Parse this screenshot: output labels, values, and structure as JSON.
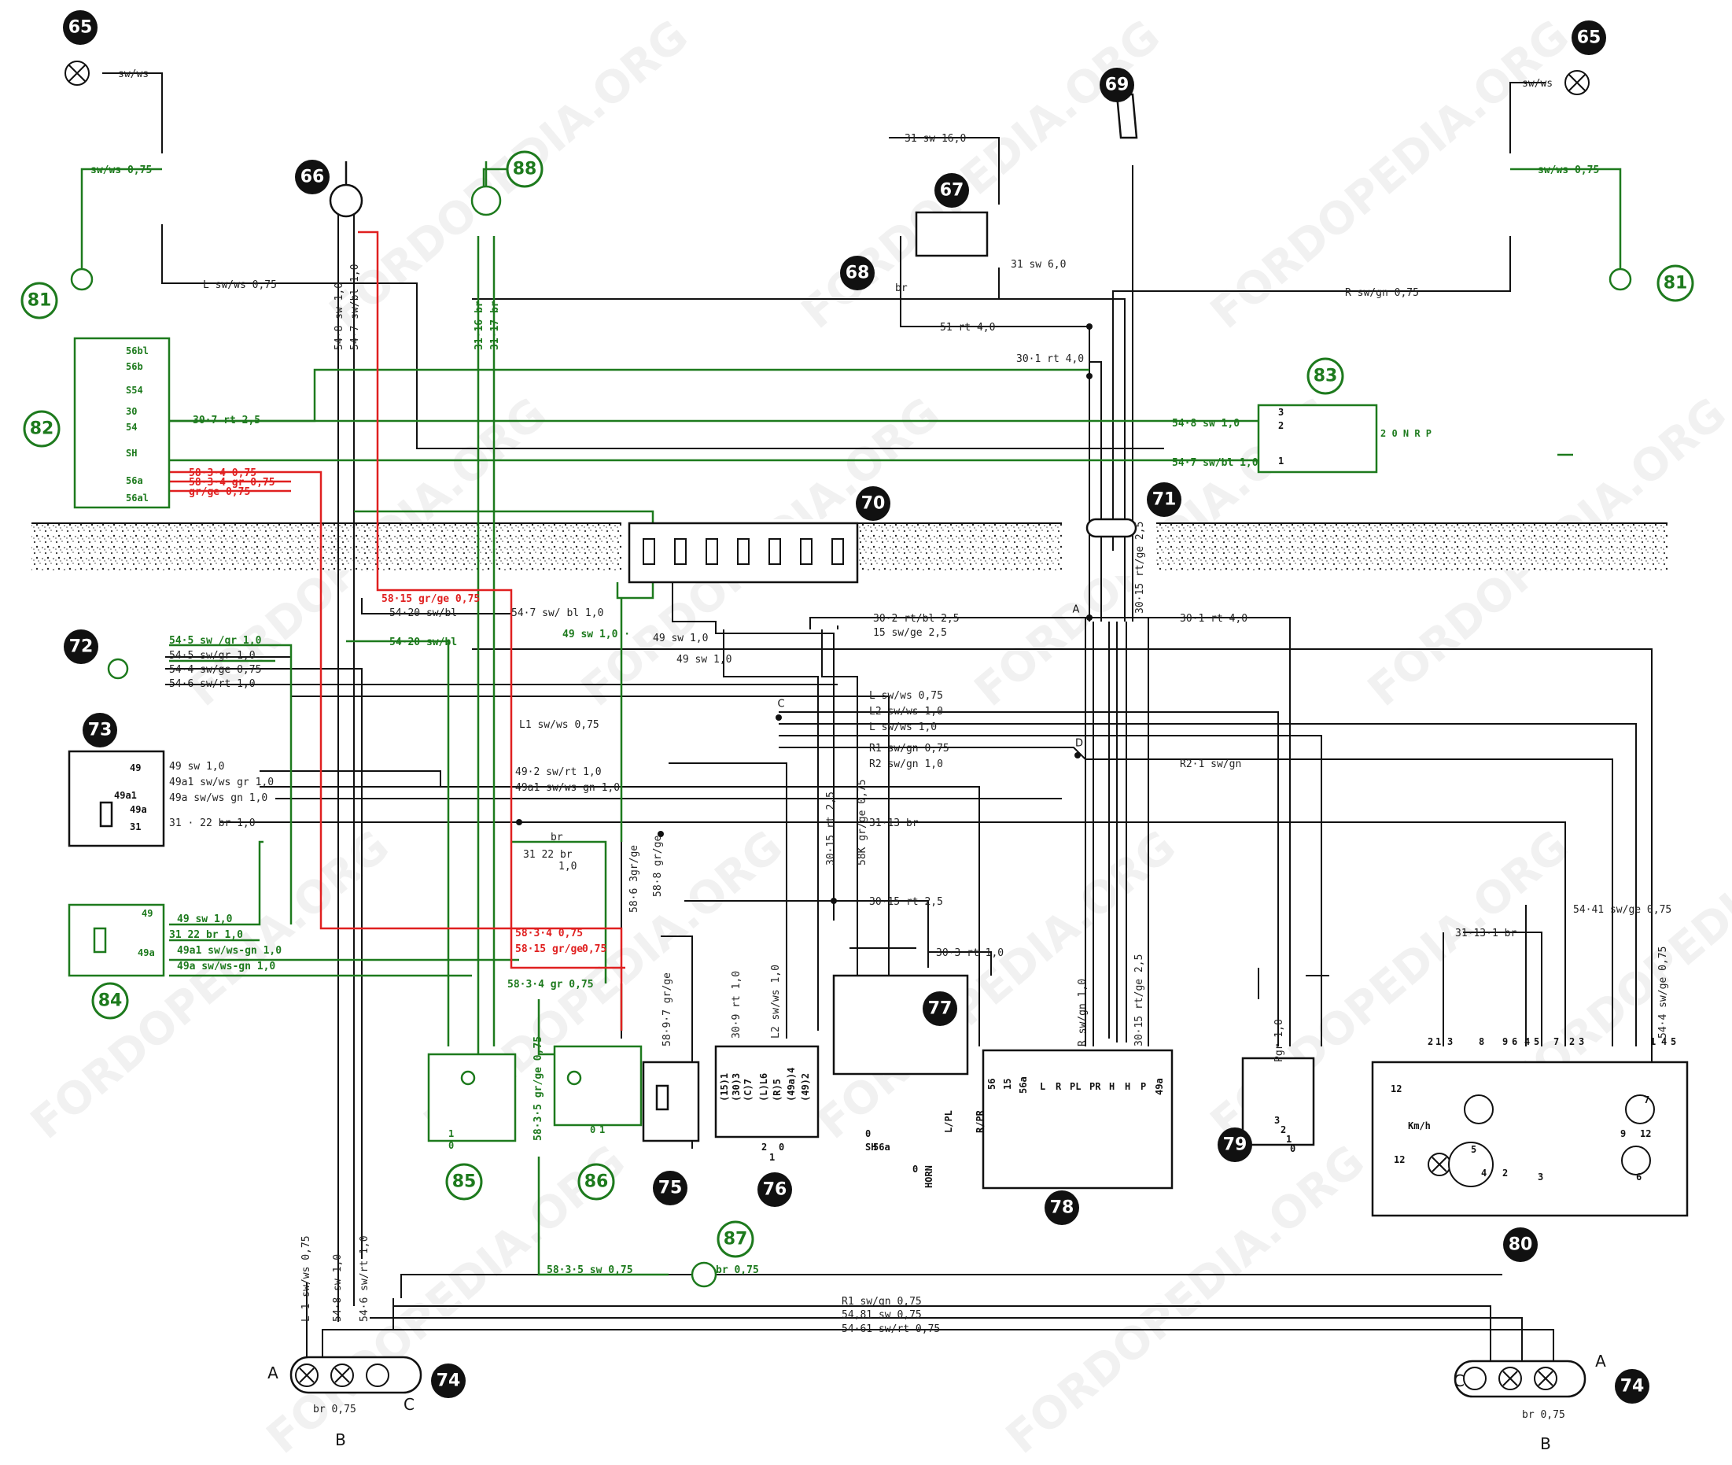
{
  "diagram": {
    "watermark": "FORDOPEDIA.ORG",
    "colors": {
      "black": "#111111",
      "green": "#1d7a1d",
      "red": "#e02020",
      "ground": "#d0d0d0"
    },
    "components": {
      "c65": "65",
      "c66": "66",
      "c67": "67",
      "c68": "68",
      "c69": "69",
      "c70": "70",
      "c71": "71",
      "c72": "72",
      "c73": "73",
      "c74": "74",
      "c75": "75",
      "c76": "76",
      "c77": "77",
      "c78": "78",
      "c79": "79",
      "c80": "80",
      "c81": "81",
      "c82": "82",
      "c83": "83",
      "c84": "84",
      "c85": "85",
      "c86": "86",
      "c87": "87",
      "c88": "88"
    },
    "wires": {
      "w_sw_ws_l": "sw/ws",
      "w_sw_ws_r": "sw/ws",
      "w_sw_ws075_l": "sw/ws 0,75",
      "w_sw_ws075_r": "sw/ws 0,75",
      "w_lswws": "L sw/ws 0,75",
      "w_rswgn": "R sw/gn 0,75",
      "w_31sw16": "31 sw 16,0",
      "w_31sw6": "31 sw 6,0",
      "w_br": "br",
      "w_51rt4": "51 rt 4,0",
      "w_301rt4a": "30·1 rt 4,0",
      "w_307rt25": "30·7 rt 2,5",
      "w_548sw": "54·8 sw 1,0",
      "w_547swbl": "54·7 sw/bl 1,0",
      "w_548sw10": "54·8 sw 1,0",
      "w_547swbl10": "54·7 sw/bl 1,0",
      "w_3116br": "31·16 br",
      "w_3117br": "31·17 br",
      "w_58_34": "58·3·4 0,75",
      "w_58_34gr": "58·3·4 gr 0,75",
      "w_grge": "gr/ge 0,75",
      "w_5815grge": "58·15 gr/ge 0,75",
      "w_5420swbl": "54·20 sw/bl",
      "w_547swbl_mid": "54·7 sw/ bl 1,0",
      "w_302rtbl": "30·2 rt/bl 2,5",
      "w_15swge": "15 sw/ge 2,5",
      "w_301rt4b": "30·1 rt 4,0",
      "w_5420swbl2": "54·20 sw/bl",
      "w_49sw10": "49 sw 1,0 ·",
      "w_49sw10b": "49 sw 1,0",
      "w_49sw10c": "49 sw 1,0",
      "w_545swgr_g": "54·5 sw /gr  1,0",
      "w_545swgr": "54·5 sw/gr  1,0",
      "w_544swge": "54·4 sw/ge 0,75",
      "w_546swrt": "54·6 sw/rt 1,0",
      "w_lswws_c": "L sw/ws 0,75",
      "w_l1swws": "L1 sw/ws 0,75",
      "w_l2swws": "L2 sw/ws 1,0",
      "w_l1swws10": "L sw/ws 1,0",
      "w_r1swgn": "R1 sw/gn 0,75",
      "w_r2swgn": "R2 sw/gn 1,0",
      "w_r21swgn": "R2·1 sw/gn",
      "w_49sw10d": "49 sw 1,0",
      "w_492swrt": "49·2 sw/rt 1,0",
      "w_49a1swws": "49a1 sw/ws gn 1,0",
      "w_49a1swwsgr": "49a1 sw/ws gr 1,0",
      "w_49aswws": "49a sw/ws gn 1,0",
      "w_3122br": "31 · 22 br 1,0",
      "w_3113br": "31·13 br",
      "w_br2": "br",
      "w_3122br10": "31 22 br 1,0",
      "w_5863": "58·6 3gr/ge",
      "w_588": "58·8 gr/ge",
      "w_301512": "30·15 rt 2,5",
      "w_3015rt25": "30·15 rt 2,5",
      "w_58kgr": "58K gr/ge 0,75",
      "w_303rt": "30·3 rt 1,0",
      "w_49sw10_84": "49 sw 1,0",
      "w_3122br_84": "31 22 br 1,0",
      "w_49a1_84": "49a1 sw/ws-gn 1,0",
      "w_49a_84": "49a sw/ws-gn 1,0",
      "w_5834_075": "58·3·4 0,75",
      "w_5815grge2": "58·15 gr/ge",
      "w_075": "0,75",
      "w_5834gr075": "58·3·4 gr 0,75",
      "w_5435sw": "58·3·5 gr/ge 0,75",
      "w_5897": "58·9·7 gr/ge",
      "w_5835sw075": "58·3·5 sw 0,75",
      "w_br075": "br 0,75",
      "w_5441swge": "54·41 sw/ge 0,75",
      "w_31131br": "31·13·1 br",
      "w_544swge075": "54·4 sw/ge 0,75",
      "w_r1swgn2": "R1 sw/gn 0,75",
      "w_5481sw": "54,81 sw 0,75",
      "w_5461swrt": "54·61 sw/rt 0,75",
      "w_l1swws075": "L 1 sw/ws 0,75",
      "w_548sw10b": "54·8 sw 1,0",
      "w_546swrt10": "54·6 sw/rt 1,0",
      "w_br075b": "br 0,75",
      "w_br075c": "br 0,75",
      "w_3015rtge": "30·15 rt/ge 2,5",
      "w_3015rtge2": "30·15 rt/ge 2,5",
      "w_rswgn10": "R sw/gn 1,0",
      "w_pgr": "Pgr 1,0",
      "w_3091rt": "30·9 rt 1,0",
      "w_3122br_b": "31 22 br",
      "w_10": "1,0"
    },
    "pins": {
      "p82": [
        "56bl",
        "56b",
        "S54",
        "30",
        "54",
        "SH",
        "56a",
        "56al"
      ],
      "p83": [
        "3",
        "2",
        "1"
      ],
      "p83sw": "2 0 N R P",
      "p73": [
        "49",
        "49a1",
        "49a",
        "31"
      ],
      "p84": [
        "49",
        "49a"
      ],
      "p76": [
        "(15)1",
        "(30)3",
        "(C)7",
        "(L)L6",
        "(R)5",
        "(49a)4",
        "(49)2"
      ],
      "p78": [
        "56",
        "15",
        "56a",
        "L",
        "R",
        "PL",
        "PR",
        "H",
        "H",
        "P",
        "49a"
      ],
      "p80a": [
        "2",
        "1",
        "3",
        "8",
        "9",
        "6",
        "4",
        "5",
        "7",
        "2",
        "3",
        "1",
        "4",
        "5"
      ],
      "p80in": [
        "12",
        "Km/h",
        "12",
        "5",
        "4",
        "2",
        "3",
        "7",
        "9",
        "12",
        "6"
      ],
      "sw79": [
        "3",
        "2",
        "1",
        "0"
      ],
      "sw76": [
        "2",
        "1",
        "0"
      ],
      "sw85": [
        "1",
        "0"
      ],
      "sw86": [
        "0",
        "1"
      ],
      "horn": [
        "56a",
        "L/PL",
        "R/PR",
        "0",
        "SH",
        "HORN",
        "0"
      ]
    },
    "letters": {
      "A1": "A",
      "B1": "B",
      "C1": "C",
      "A2": "A",
      "B2": "B",
      "C2": "C",
      "nA": "A",
      "nC": "C",
      "nD": "D"
    }
  }
}
